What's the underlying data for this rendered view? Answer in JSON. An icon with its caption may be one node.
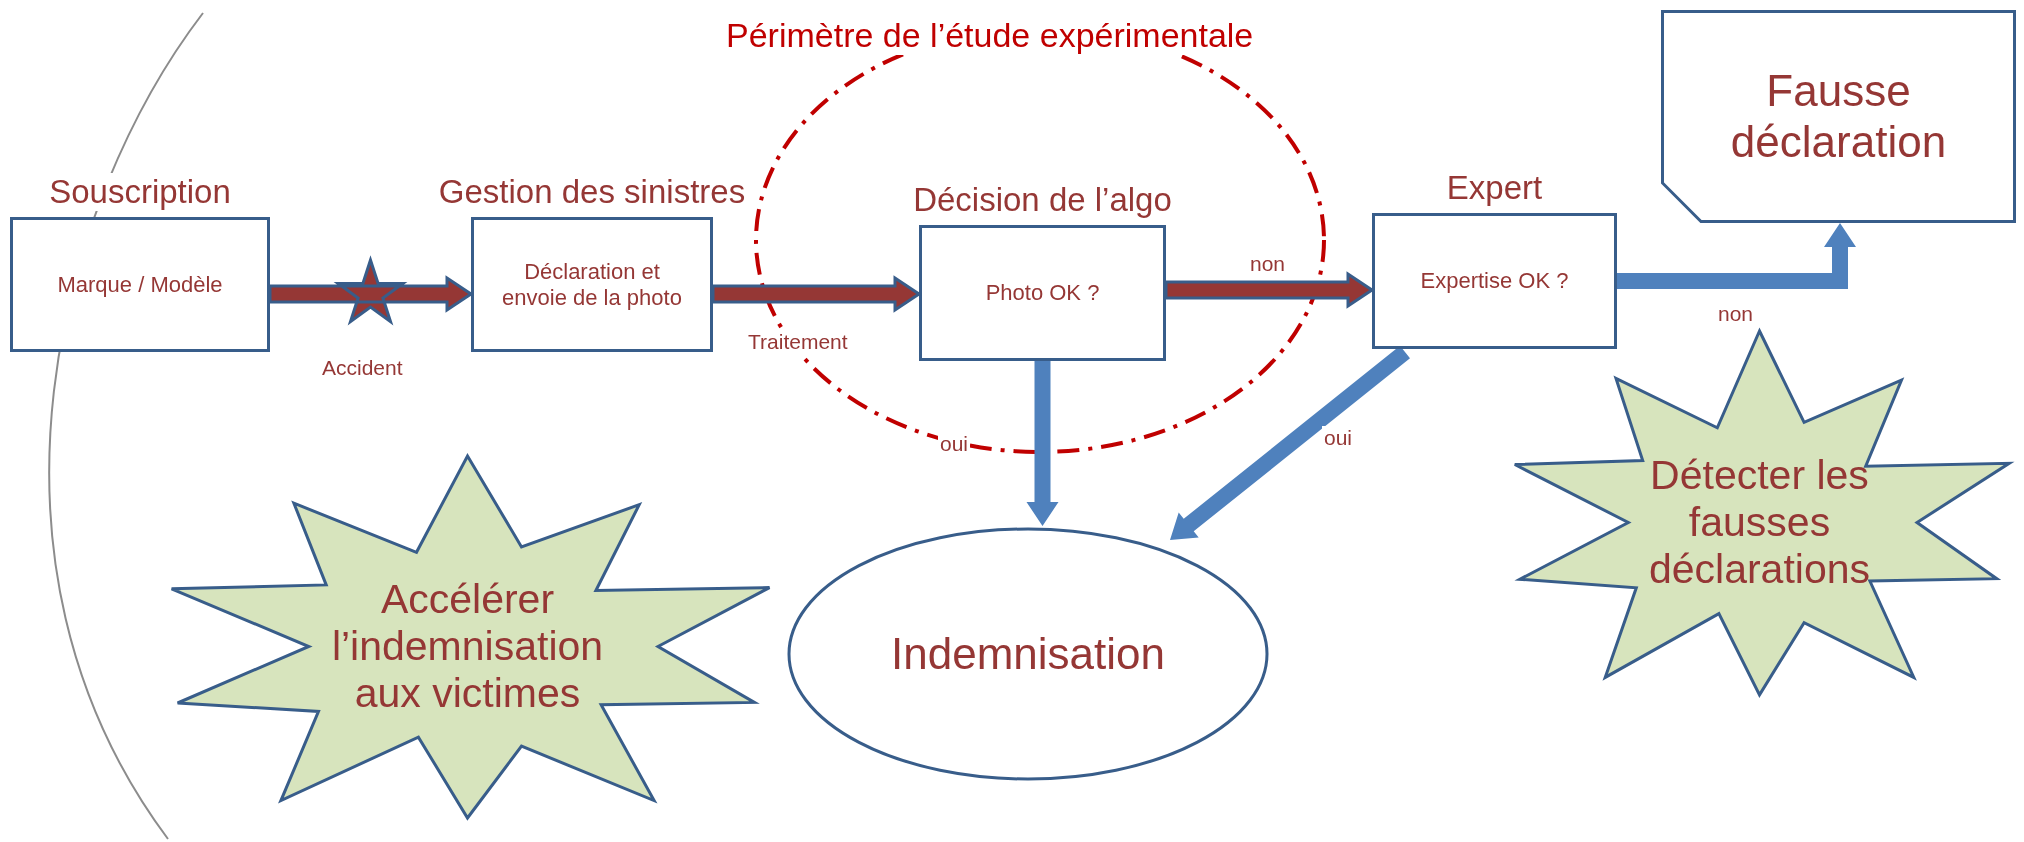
{
  "diagram": {
    "title": "Périmètre de l’étude expérimentale",
    "nodes": [
      {
        "text": [
          "Souscription",
          "Marque / Modèle"
        ]
      },
      {
        "text": [
          "Gestion des sinistres",
          "Déclaration et envoie de la photo"
        ]
      },
      {
        "text": [
          "Décision de l’algo",
          "Photo OK ?"
        ]
      },
      {
        "text": [
          "Expert",
          "Expertise OK ?"
        ]
      },
      {
        "text": [
          "Fausse déclaration"
        ]
      },
      {
        "text": [
          "Indemnisation"
        ]
      },
      {
        "text": [
          "Accélérer l’indemnisation aux victimes"
        ]
      },
      {
        "text": [
          "Détecter les fausses déclarations"
        ]
      }
    ],
    "edges": [
      {
        "from": 0,
        "to": 1,
        "arrow": "to",
        "label": "Accident"
      },
      {
        "from": 1,
        "to": 2,
        "arrow": "to",
        "label": "Traitement"
      },
      {
        "from": 2,
        "to": 3,
        "arrow": "to",
        "label": "non"
      },
      {
        "from": 3,
        "to": 4,
        "arrow": "to",
        "label": "non",
        "color": "#4f81bd"
      },
      {
        "from": 2,
        "to": 5,
        "arrow": "to",
        "label": "oui",
        "color": "#4f81bd"
      },
      {
        "from": 3,
        "to": 5,
        "arrow": "to",
        "label": "oui",
        "color": "#4f81bd"
      }
    ]
  }
}
